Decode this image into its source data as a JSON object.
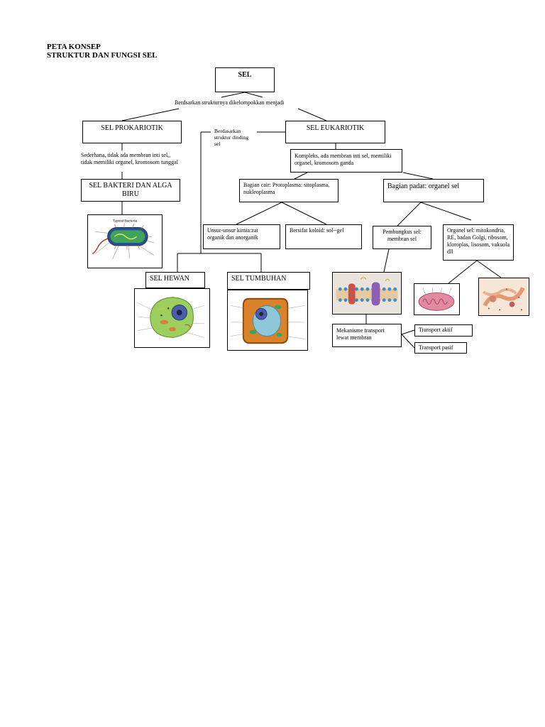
{
  "header": {
    "line1": "PETA KONSEP",
    "line2": "STRUKTUR DAN FUNGSI SEL"
  },
  "nodes": {
    "sel": "SEL",
    "grouping_note": "Berdsarkan strukturnya dikelompokkan menjadi",
    "prokariotik": "SEL PROKARIOTIK",
    "eukariotik": "SEL EUKARIOTIK",
    "dinding_note": "Berdasarkan struktur dinding sel",
    "prokariotik_desc_line1": "Sederhana, tidak ada membran inti sel,,",
    "prokariotik_desc_line2": "tidak memiliki organel, kromosom tunggal",
    "eukariotik_desc": "Kompleks, ada membran inti sel, memiliki organel, kromosom ganda",
    "bakteri": "SEL BAKTERI DAN ALGA BIRU",
    "bagian_cair": "Bagian cair: Protoplasma: sitoplasma, nukleoplasma",
    "bagian_padat": "Bagian padat: organel sel",
    "unsur_kimia": "Unsur-unsur kimia:zat organik dan anorganik",
    "koloid": "Bersifat koloid: sol--gel",
    "pembungkus": "Pembungkus sel: membran sel",
    "organel": "Organel sel: mitokondria, RE, badan Golgi, ribosom, kloroplas, lisosom, vakuola dll",
    "hewan": "SEL  HEWAN",
    "tumbuhan": "SEL TUMBUHAN",
    "mekanisme": "Mekanisme transport lewat membran",
    "transport_aktif": "Transport aktif",
    "transport_pasif": "Transport pasif"
  },
  "images": {
    "bacterium_caption": "Typical Bacteria"
  }
}
